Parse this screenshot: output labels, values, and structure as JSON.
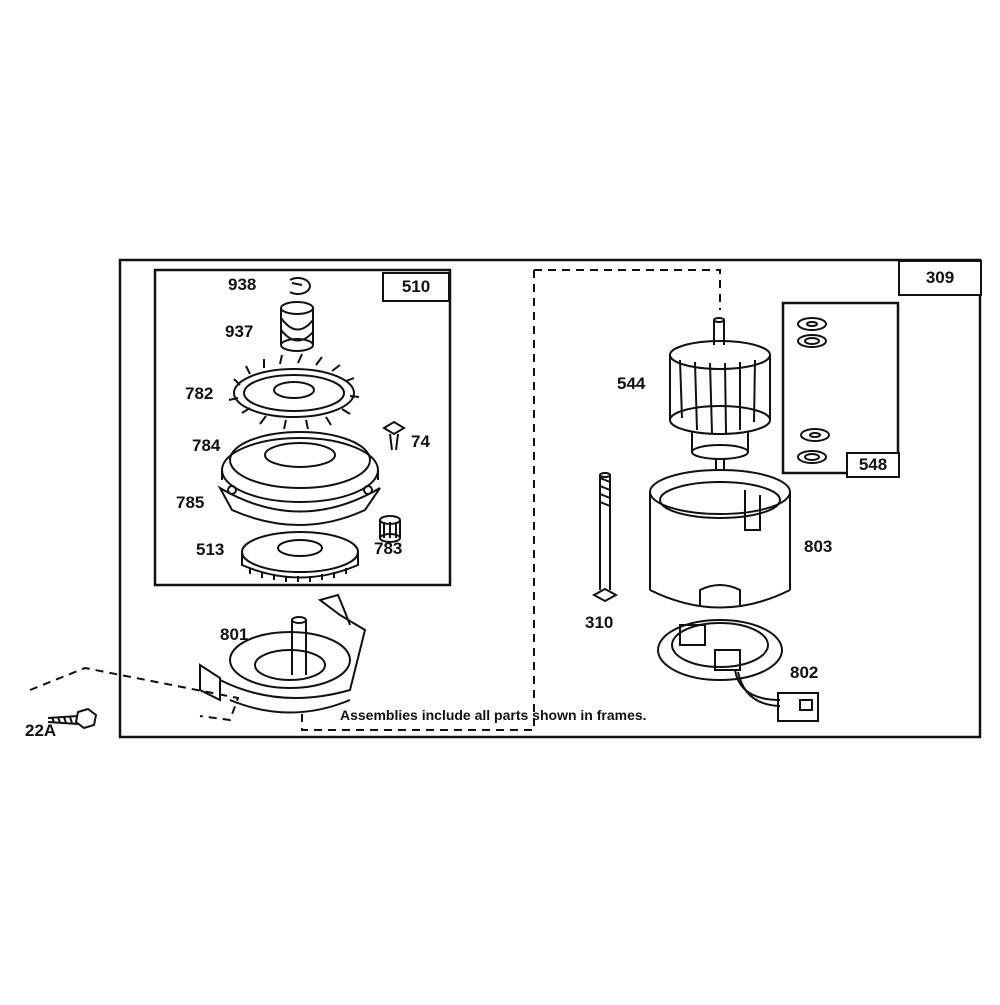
{
  "frames": {
    "outer_assembly": "309",
    "gear_assembly": "510",
    "washer_kit": "548"
  },
  "parts": {
    "p938": "938",
    "p937": "937",
    "p782": "782",
    "p784": "784",
    "p74": "74",
    "p785": "785",
    "p513": "513",
    "p783": "783",
    "p801": "801",
    "p22a": "22A",
    "p544": "544",
    "p803": "803",
    "p310": "310",
    "p802": "802"
  },
  "note": "Assemblies include all parts shown in frames."
}
